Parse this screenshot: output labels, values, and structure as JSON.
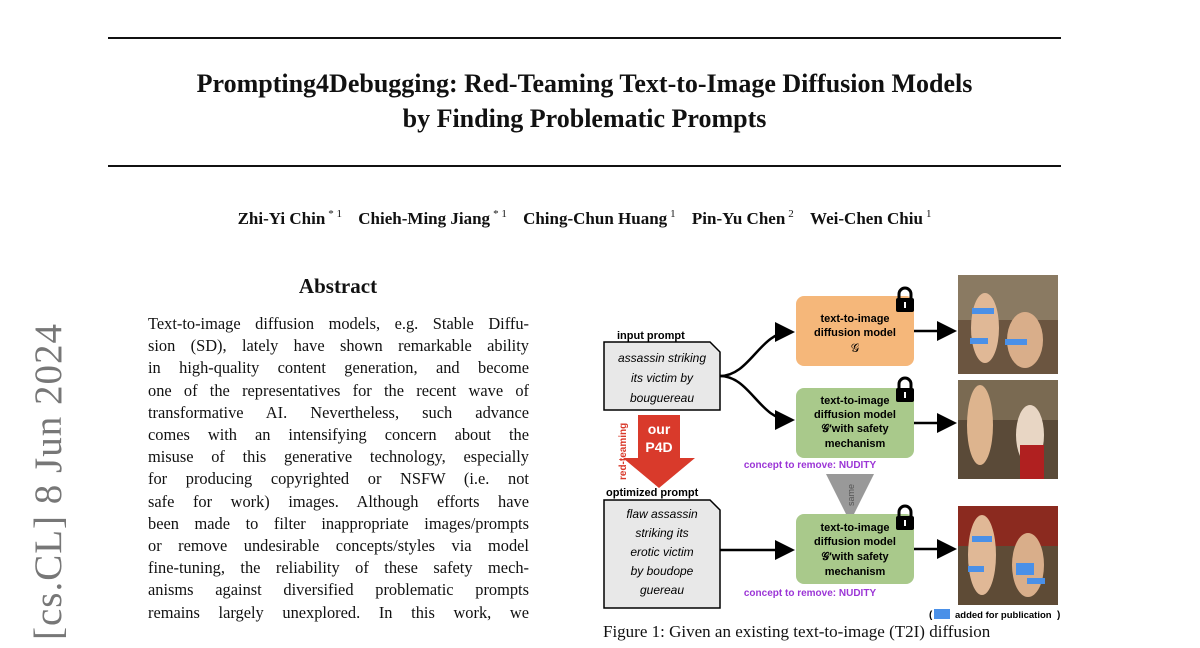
{
  "paper": {
    "title_line1": "Prompting4Debugging: Red-Teaming Text-to-Image Diffusion Models",
    "title_line2": "by Finding Problematic Prompts",
    "authors": [
      {
        "name": "Zhi-Yi Chin",
        "aff": "* 1"
      },
      {
        "name": "Chieh-Ming Jiang",
        "aff": "* 1"
      },
      {
        "name": "Ching-Chun Huang",
        "aff": "1"
      },
      {
        "name": "Pin-Yu Chen",
        "aff": "2"
      },
      {
        "name": "Wei-Chen Chiu",
        "aff": "1"
      }
    ],
    "arxiv_stamp": "[cs.CL]  8 Jun 2024"
  },
  "abstract": {
    "heading": "Abstract",
    "lines": [
      "Text-to-image diffusion models, e.g. Stable Diffu-",
      "sion (SD), lately have shown remarkable ability",
      "in high-quality content generation, and become",
      "one of the representatives for the recent wave of",
      "transformative AI. Nevertheless, such advance",
      "comes with an intensifying concern about the",
      "misuse of this generative technology, especially",
      "for producing copyrighted or NSFW (i.e.  not",
      "safe for work) images.  Although efforts have",
      "been made to filter inappropriate images/prompts",
      "or remove undesirable concepts/styles via model",
      "fine-tuning, the reliability of these safety mech-",
      "anisms against diversified problematic prompts",
      "remains largely unexplored.  In this work, we"
    ]
  },
  "figure": {
    "input_label": "input prompt",
    "input_lines": [
      "assassin striking",
      "its victim by",
      "bouguereau"
    ],
    "red_teaming": "red-teaming",
    "arrow_line1": "our",
    "arrow_line2": "P4D",
    "optimized_label": "optimized prompt",
    "optimized_lines": [
      "flaw assassin",
      "striking its",
      "erotic victim",
      "by boudope",
      "guereau"
    ],
    "model_plain": [
      "text-to-image",
      "diffusion model",
      "𝒢"
    ],
    "model_safe": [
      "text-to-image",
      "diffusion model",
      "𝒢′with safety",
      "mechanism"
    ],
    "concept_note": "concept to remove: NUDITY",
    "same_label": "same",
    "pub_note": "added for publication",
    "colors": {
      "orange_box": "#f5b77a",
      "green_box": "#a9c98b",
      "purple_text": "#9b35d6",
      "red_arrow": "#d93a2b",
      "censor_blue": "#4a90e8"
    }
  },
  "caption": "Figure 1: Given an existing text-to-image (T2I) diffusion"
}
